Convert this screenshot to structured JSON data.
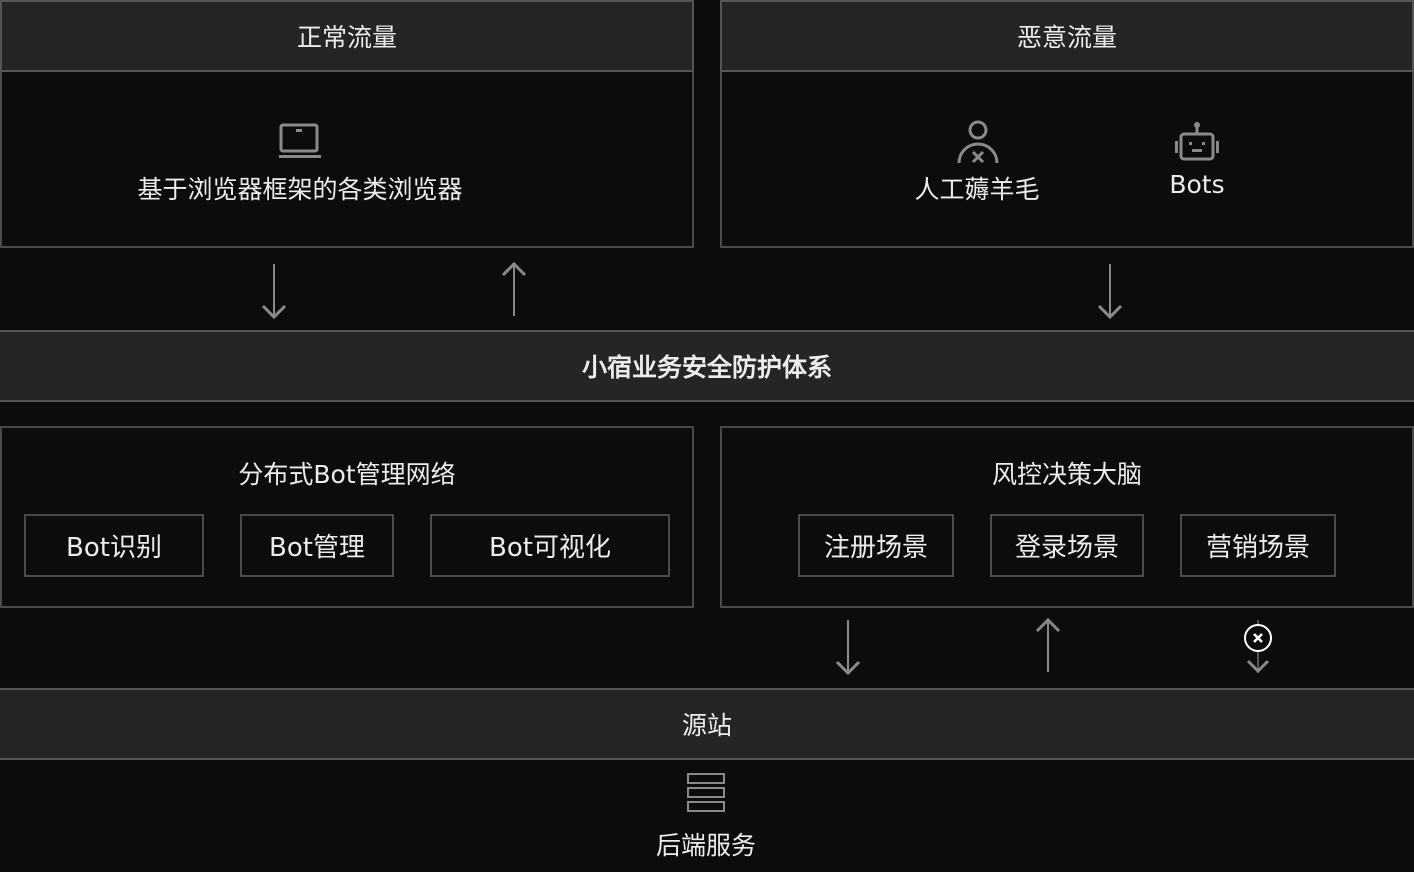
{
  "normal": {
    "title": "正常流量",
    "item": "基于浏览器框架的各类浏览器",
    "icon": "laptop-icon"
  },
  "malicious": {
    "title": "恶意流量",
    "items": [
      {
        "label": "人工薅羊毛",
        "icon": "user-blocked-icon"
      },
      {
        "label": "Bots",
        "icon": "robot-icon"
      }
    ]
  },
  "defense": {
    "title": "小宿业务安全防护体系"
  },
  "bot_mgmt": {
    "title": "分布式Bot管理网络",
    "items": [
      "Bot识别",
      "Bot管理",
      "Bot可视化"
    ]
  },
  "risk": {
    "title": "风控决策大脑",
    "items": [
      "注册场景",
      "登录场景",
      "营销场景"
    ]
  },
  "origin": {
    "title": "源站"
  },
  "backend": {
    "label": "后端服务",
    "icon": "server-icon"
  },
  "colors": {
    "bg": "#0c0c0c",
    "header": "#252525",
    "border": "#555555",
    "arrow": "#8a8a8a"
  }
}
